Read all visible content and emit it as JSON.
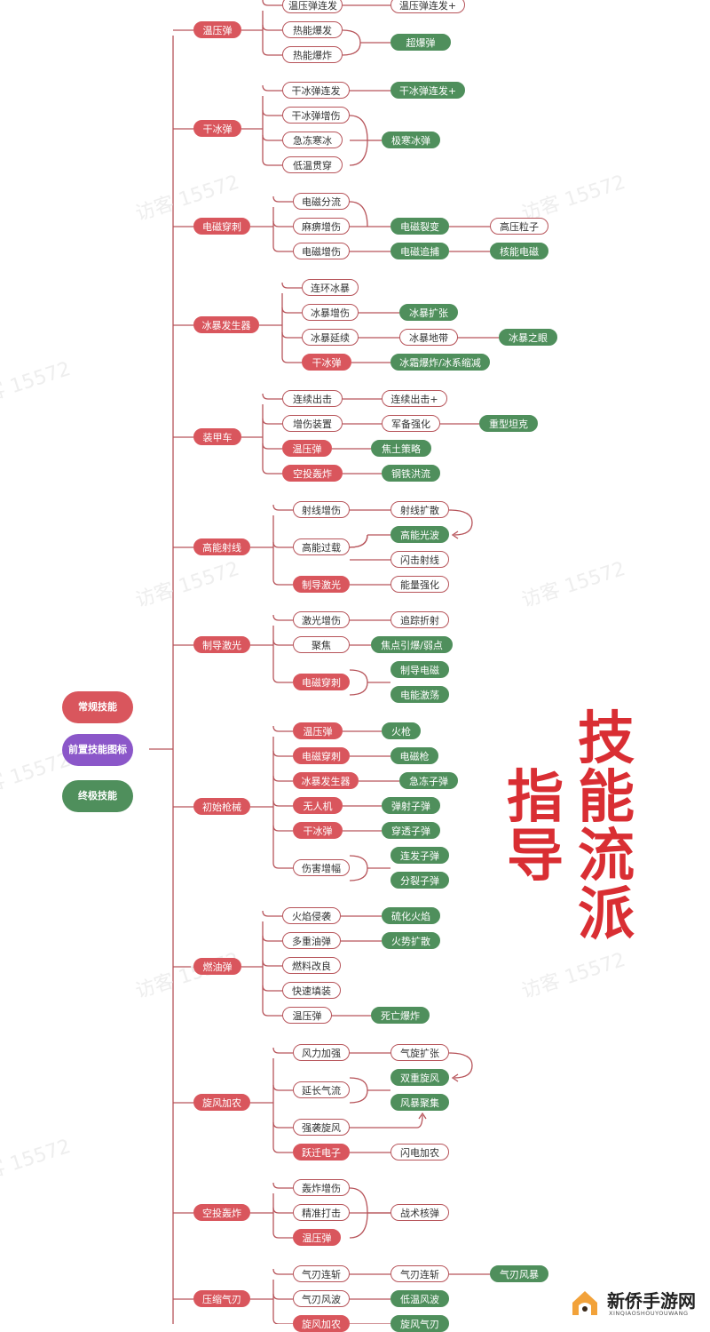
{
  "legend": {
    "normal": "常规技能",
    "prereq": "前置技能图标",
    "ultimate": "终极技能",
    "colors": {
      "normal": "#d9565d",
      "prereq": "#8b57c9",
      "ultimate": "#4f8f5c"
    }
  },
  "title": "技能流派指导",
  "watermark": "访客 15572",
  "logo": {
    "name": "新侨手游网",
    "sub": "XINQIAOSHOUYOUWANG"
  },
  "skills": {
    "s1": {
      "root": "温压弹",
      "a": "温压弹连发",
      "b": "热能爆发",
      "c": "热能爆炸",
      "d": "温压弹连发+",
      "e": "超爆弹"
    },
    "s2": {
      "root": "干冰弹",
      "a": "干冰弹连发",
      "b": "干冰弹增伤",
      "c": "急冻寒冰",
      "d": "低温贯穿",
      "e": "干冰弹连发+",
      "f": "极寒冰弹"
    },
    "s3": {
      "root": "电磁穿刺",
      "a": "电磁分流",
      "b": "麻痹增伤",
      "c": "电磁增伤",
      "d": "电磁裂变",
      "e": "电磁追捕",
      "f": "高压粒子",
      "g": "核能电磁"
    },
    "s4": {
      "root": "冰暴发生器",
      "a": "连环冰暴",
      "b": "冰暴增伤",
      "c": "冰暴延续",
      "d": "干冰弹",
      "e": "冰暴扩张",
      "f": "冰暴地带",
      "g": "冰霜爆炸/冰系缩减",
      "h": "冰暴之眼"
    },
    "s5": {
      "root": "装甲车",
      "a": "连续出击",
      "b": "增伤装置",
      "c": "温压弹",
      "d": "空投轰炸",
      "e": "连续出击+",
      "f": "军备强化",
      "g": "焦土策略",
      "h": "钢铁洪流",
      "i": "重型坦克"
    },
    "s6": {
      "root": "高能射线",
      "a": "射线增伤",
      "b": "高能过载",
      "c": "制导激光",
      "d": "射线扩散",
      "e": "高能光波",
      "f": "闪击射线",
      "g": "能量强化"
    },
    "s7": {
      "root": "制导激光",
      "a": "激光增伤",
      "b": "聚焦",
      "c": "电磁穿刺",
      "d": "追踪折射",
      "e": "焦点引爆/弱点",
      "f": "制导电磁",
      "g": "电能激荡"
    },
    "s8": {
      "root": "初始枪械",
      "a": "温压弹",
      "b": "电磁穿刺",
      "c": "冰暴发生器",
      "d": "无人机",
      "e": "干冰弹",
      "f": "伤害增幅",
      "g": "火枪",
      "h": "电磁枪",
      "i": "急冻子弹",
      "j": "弹射子弹",
      "k": "穿透子弹",
      "l": "连发子弹",
      "m": "分裂子弹"
    },
    "s9": {
      "root": "燃油弹",
      "a": "火焰侵袭",
      "b": "多重油弹",
      "c": "燃料改良",
      "d": "快速填装",
      "e": "温压弹",
      "f": "硫化火焰",
      "g": "火势扩散",
      "h": "死亡爆炸"
    },
    "s10": {
      "root": "旋风加农",
      "a": "风力加强",
      "b": "延长气流",
      "c": "强袭旋风",
      "d": "跃迁电子",
      "e": "气旋扩张",
      "f": "双重旋风",
      "g": "风暴聚集",
      "h": "闪电加农"
    },
    "s11": {
      "root": "空投轰炸",
      "a": "轰炸增伤",
      "b": "精准打击",
      "c": "温压弹",
      "d": "战术核弹"
    },
    "s12": {
      "root": "压缩气刃",
      "a": "气刃连斩",
      "b": "气刃风波",
      "c": "旋风加农",
      "d": "气刃连斩",
      "e": "低温风波",
      "f": "旋风气刃",
      "g": "气刃风暴"
    }
  }
}
